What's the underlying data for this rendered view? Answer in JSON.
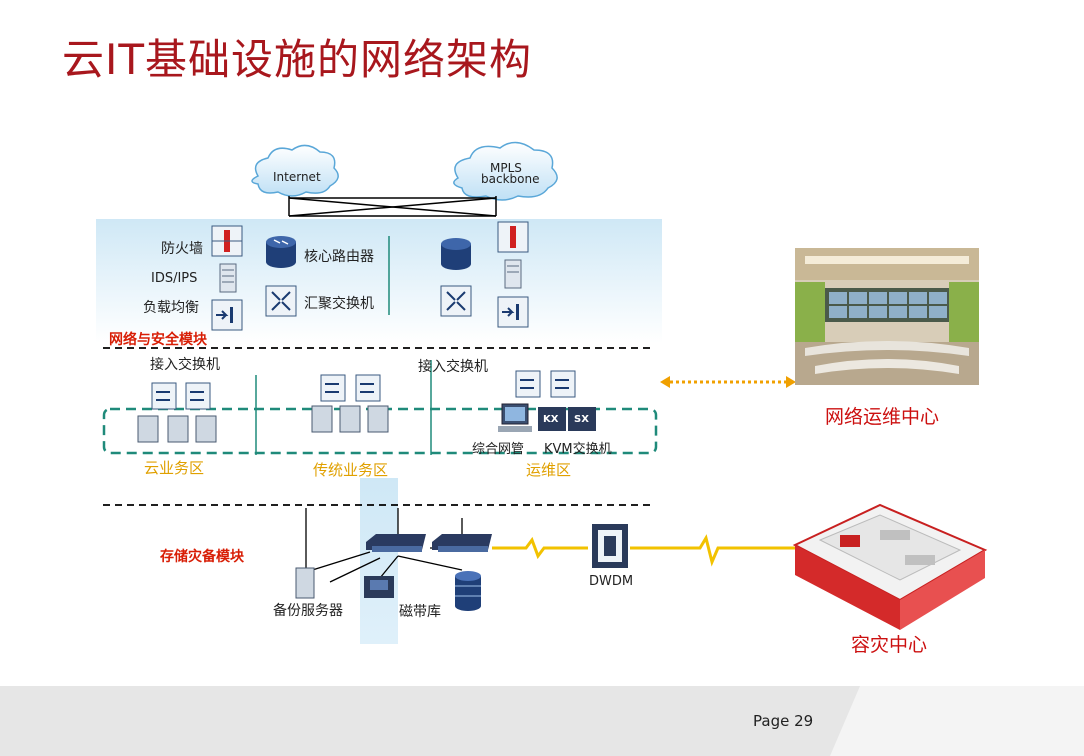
{
  "title": "云IT基础设施的网络架构",
  "clouds": {
    "internet": "Internet",
    "mpls_line1": "MPLS",
    "mpls_line2": "backbone"
  },
  "network_security": {
    "module_label": "网络与安全模块",
    "firewall": "防火墙",
    "ids_ips": "IDS/IPS",
    "load_balancer": "负载均衡",
    "core_router": "核心路由器",
    "aggregation_switch": "汇聚交换机"
  },
  "access": {
    "access_switch_left": "接入交换机",
    "access_switch_right": "接入交换机",
    "cloud_zone": "云业务区",
    "traditional_zone": "传统业务区",
    "ops_zone": "运维区",
    "nms": "综合网管",
    "kvm": "KVM交换机",
    "kvm_badge_1": "KX",
    "kvm_badge_2": "SX"
  },
  "storage": {
    "module_label": "存储灾备模块",
    "backup_server": "备份服务器",
    "tape_library": "磁带库",
    "dwdm": "DWDM"
  },
  "right": {
    "noc": "网络运维中心",
    "dr_center": "容灾中心"
  },
  "footer": {
    "page": "Page  29"
  },
  "colors": {
    "title": "#a8171d",
    "module_label": "#d81e06",
    "zone_label": "#e0a000",
    "zone_border": "#1f8a7a",
    "link_orange": "#f0a000",
    "fiber_yellow": "#f2c200"
  }
}
